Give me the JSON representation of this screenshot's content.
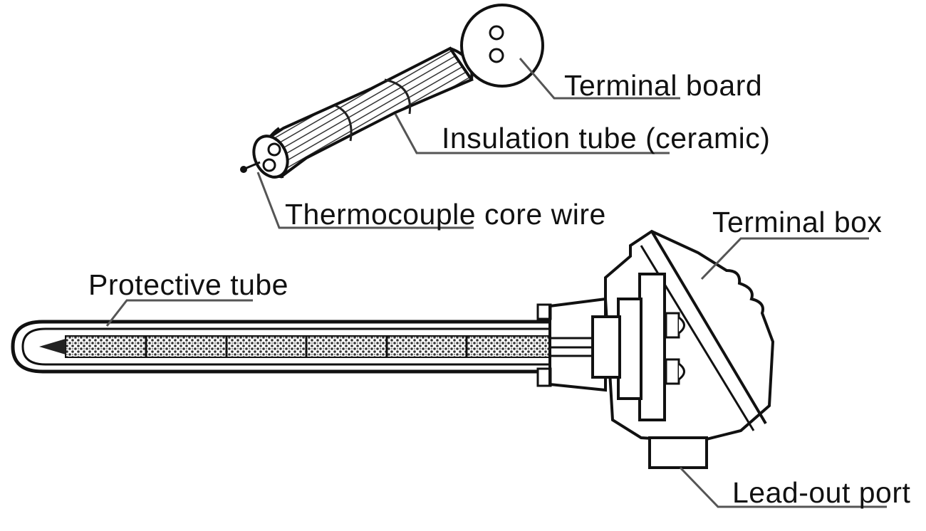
{
  "labels": {
    "terminal_board": "Terminal board",
    "insulation_tube": "Insulation tube (ceramic)",
    "core_wire": "Thermocouple core wire",
    "terminal_box": "Terminal box",
    "protective_tube": "Protective tube",
    "lead_out_port": "Lead-out port"
  },
  "colors": {
    "ink": "#111111",
    "background": "#ffffff",
    "hatch": "#444444",
    "leader": "#555555"
  }
}
